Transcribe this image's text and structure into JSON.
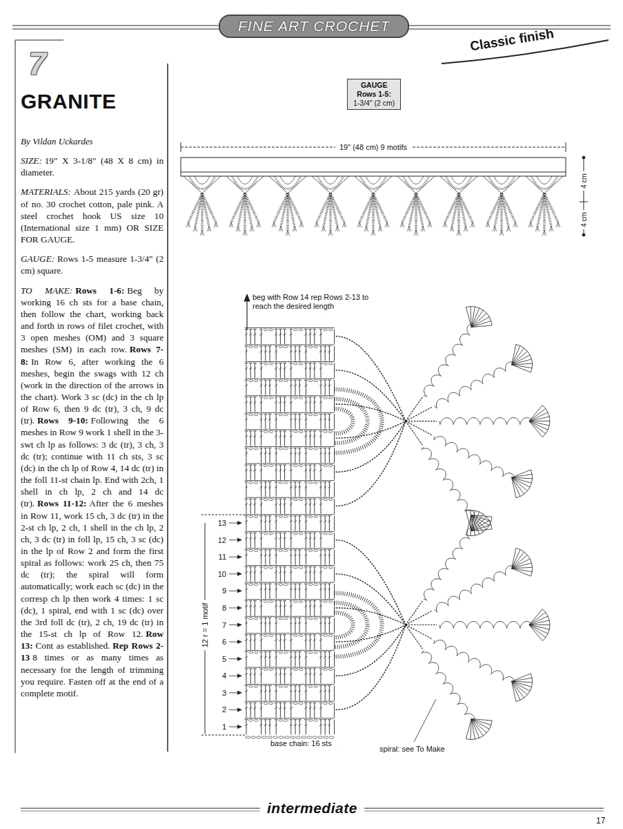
{
  "diagram": {
    "title": "GRANITE",
    "nodes": [
      {
        "text": [
          "FINE ART CROCHET"
        ]
      },
      {
        "text": [
          "GAUGE",
          "Rows 1-5:",
          "1-3/4\" (2 cm)"
        ]
      },
      {
        "text": [
          "intermediate"
        ]
      }
    ],
    "labels": [
      "Classic finish",
      "7",
      "By Vildan Uckardes",
      "SIZE:",
      "19\" X 3-1/8\" (48 X 8 cm) in diameter.",
      "MATERIALS:",
      "About 215 yards (20 gr) of no. 30 crochet cotton, pale pink. A steel crochet hook US size 10 (International size 1 mm) OR SIZE FOR GAUGE.",
      "GAUGE:",
      "Rows 1-5 measure 1-3/4\" (2 cm) square.",
      "TO MAKE:",
      "Rows 1-6:",
      "Beg by working 16 ch sts for a base chain, then follow the chart, working back and forth in rows of filet crochet, with 3 open meshes (OM) and 3 square meshes (SM) in each row.",
      "Rows 7-8:",
      "In Row 6, after working the 6 meshes, begin the swags with 12 ch (work in the direction of the arrows in the chart). Work 3 sc (dc) in the ch lp of Row 6, then 9 dc (tr), 3 ch, 9 dc (tr).",
      "Rows 9-10:",
      "Following the 6 meshes in Row 9 work 1 shell in the 3-swt ch lp as follows: 3 dc (tr), 3 ch, 3 dc (tr); continue with 11 ch sts, 3 sc (dc) in the ch lp of Row 4, 14 dc (tr) in the foll 11-st chain lp. End with 2ch, 1 shell in ch lp, 2 ch and 14 dc (tr).",
      "Rows 11-12:",
      "After the 6 meshes in Row 11, work 15 ch, 3 dc (tr) in the 2-st ch lp, 2 ch, 1 shell in the ch lp, 2 ch, 3 dc (tr) in foll lp, 15 ch, 3 sc (dc) in the lp of Row 2 and form the first spiral as follows: work 25 ch, then 75 dc (tr); the spiral will form automatically; work each sc (dc) in the corresp ch lp then work 4 times: 1 sc (dc), 1 spiral, end with 1 sc (dc) over the 3rd foll dc (tr), 2 ch, 19 dc (tr) in the 15-st ch lp of Row 12.",
      "Row 13:",
      "Cont as established.",
      "Rep Rows 2-13",
      "8 times or as many times as necessary for the length of trimming you require. Fasten off at the end of a complete motif.",
      "19\" (48 cm) 9 motifs",
      "4 cm",
      "4 cm",
      "beg with Row 14 rep Rows 2-13 to reach the desired length",
      "13",
      "12",
      "11",
      "10",
      "9",
      "8",
      "7",
      "6",
      "5",
      "4",
      "3",
      "2",
      "1",
      "12 r = 1 motif",
      "base chain: 16 sts",
      "spiral: see To Make",
      "17"
    ]
  }
}
